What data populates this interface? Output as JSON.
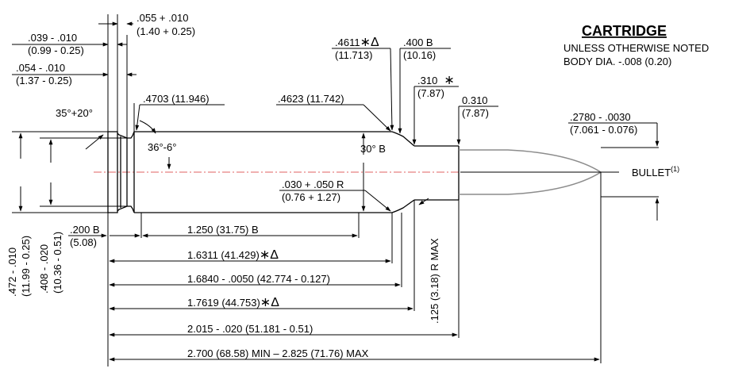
{
  "header": {
    "title": "CARTRIDGE",
    "note_line1": "UNLESS OTHERWISE NOTED",
    "note_line2": "BODY DIA. -.008 (0.20)"
  },
  "labels": {
    "rim_thickness": ".055 + .010",
    "rim_thickness_mm": "(1.40 + 0.25)",
    "extractor_groove": ".039 - .010",
    "extractor_groove_mm": "(0.99 - 0.25)",
    "groove_depth": ".054 - .010",
    "groove_depth_mm": "(1.37 - 0.25)",
    "groove_angle": "35°+20°",
    "base_dia": ".4703 (11.946)",
    "body_angle": "36°-6°",
    "shoulder_dia": ".4623 (11.742)",
    "shoulder_angle": "30° B",
    "shoulder_dia_nominal": ".4611",
    "shoulder_dia_nominal_suffix": "∗Δ",
    "shoulder_dia_nominal_mm": "(11.713)",
    "neck_start": ".400 B",
    "neck_start_mm": "(10.16)",
    "neck_dia": ".310",
    "neck_dia_suffix": "∗",
    "neck_dia_mm": "(7.87)",
    "neck_dia2": "0.310",
    "neck_dia2_mm": "(7.87)",
    "bullet_dia": ".2780 - .0030",
    "bullet_dia_mm": "(7.061 - 0.076)",
    "bullet_label": "BULLET",
    "bullet_sup": "(1)",
    "shoulder_radius": ".030 + .050 R",
    "shoulder_radius_mm": "(0.76 + 1.27)",
    "rim_dia": ".472 - .010",
    "rim_dia_mm": "(11.99 - 0.25)",
    "groove_dia": ".408 - .020",
    "groove_dia_mm": "(10.36 - 0.51)",
    "base_length": ".200  B",
    "base_length_mm": "(5.08)",
    "body_length": "1.250    (31.75) B",
    "shoulder_length": "1.6311 (41.429)",
    "shoulder_length_suffix": "∗Δ",
    "neck_length": "1.6840 - .0050 (42.774 - 0.127)",
    "neck_end_length": "1.7619 (44.753)",
    "neck_end_length_suffix": "∗Δ",
    "case_length": "2.015 - .020 (51.181 - 0.51)",
    "overall_length": "2.700 (68.58) MIN – 2.825 (71.76) MAX",
    "neck_radius": ".125 (3.18) R MAX"
  }
}
